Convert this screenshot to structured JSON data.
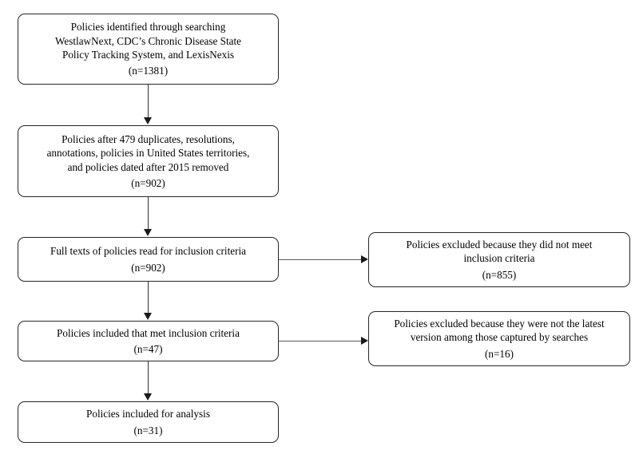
{
  "diagram": {
    "type": "prisma-flow-diagram",
    "nodes": {
      "identified": {
        "lines": [
          "Policies identified through searching",
          "WestlawNext, CDC’s Chronic Disease State",
          "Policy Tracking System, and LexisNexis"
        ],
        "count": "(n=1381)"
      },
      "after_duplicates": {
        "lines": [
          "Policies after 479 duplicates, resolutions,",
          "annotations, policies in United States territories,",
          "and policies dated after 2015 removed"
        ],
        "count": "(n=902)"
      },
      "full_texts": {
        "lines": [
          "Full texts of policies read for inclusion criteria"
        ],
        "count": "(n=902)"
      },
      "excluded_criteria": {
        "lines": [
          "Policies excluded because they did not meet",
          "inclusion criteria"
        ],
        "count": "(n=855)"
      },
      "included_met_criteria": {
        "lines": [
          "Policies included that met inclusion criteria"
        ],
        "count": "(n=47)"
      },
      "excluded_version": {
        "lines": [
          "Policies excluded because they were not the latest",
          "version among those captured by searches"
        ],
        "count": "(n=16)"
      },
      "included_analysis": {
        "lines": [
          "Policies included for analysis"
        ],
        "count": "(n=31)"
      }
    },
    "colors": {
      "box_border": "#262626",
      "box_fill": "#ffffff",
      "text": "#000000",
      "arrow": "#1a1a1a",
      "connector": "#5a5a5a"
    }
  }
}
